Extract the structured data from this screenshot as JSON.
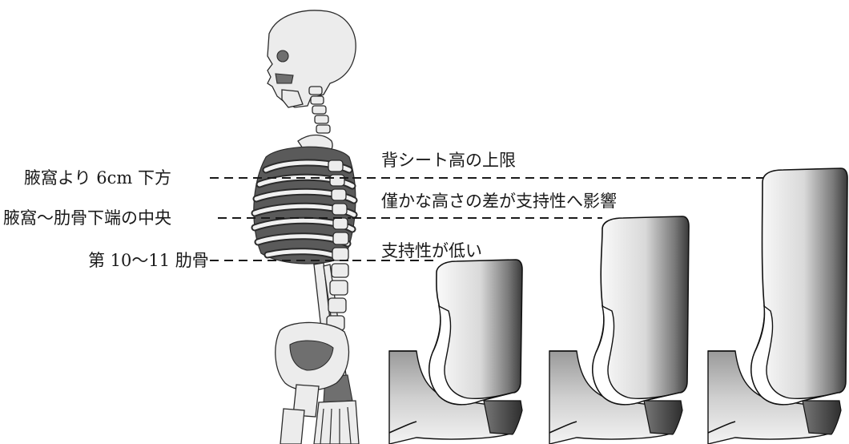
{
  "left_labels": {
    "axilla_6cm": "腋窩より 6cm 下方",
    "axilla_rib_mid": "腋窩〜肋骨下端の中央",
    "rib_10_11": "第 10〜11 肋骨"
  },
  "annotations": {
    "upper_limit": "背シート高の上限",
    "small_difference": "僅かな高さの差が支持性へ影響",
    "low_support": "支持性が低い"
  },
  "figures": {
    "skeleton": "skeleton-side-view",
    "seats": [
      "low-backrest",
      "medium-backrest",
      "high-backrest"
    ]
  }
}
